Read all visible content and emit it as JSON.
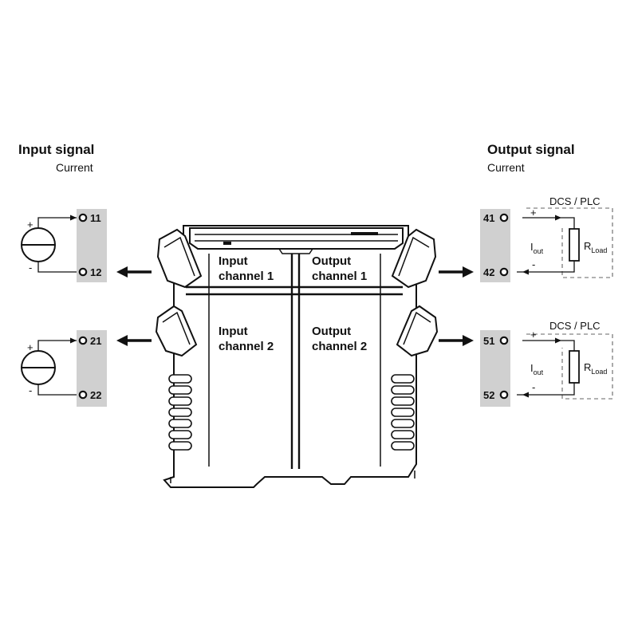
{
  "input": {
    "title": "Input signal",
    "subtitle": "Current",
    "terminals": [
      "11",
      "12",
      "21",
      "22"
    ],
    "plus": "+",
    "minus": "-"
  },
  "output": {
    "title": "Output signal",
    "subtitle": "Current",
    "terminals": [
      "41",
      "42",
      "51",
      "52"
    ],
    "system": [
      "DCS / PLC",
      "DCS / PLC"
    ],
    "plus": "+",
    "minus": "-",
    "current_label": "I",
    "current_sub": "out",
    "load_label": "R",
    "load_sub": "Load"
  },
  "channels": {
    "in1": [
      "Input",
      "channel 1"
    ],
    "out1": [
      "Output",
      "channel 1"
    ],
    "in2": [
      "Input",
      "channel 2"
    ],
    "out2": [
      "Output",
      "channel 2"
    ]
  },
  "colors": {
    "terminal_strip": "#d0d0d0",
    "line": "#111111",
    "dashed_box": "#666666"
  }
}
